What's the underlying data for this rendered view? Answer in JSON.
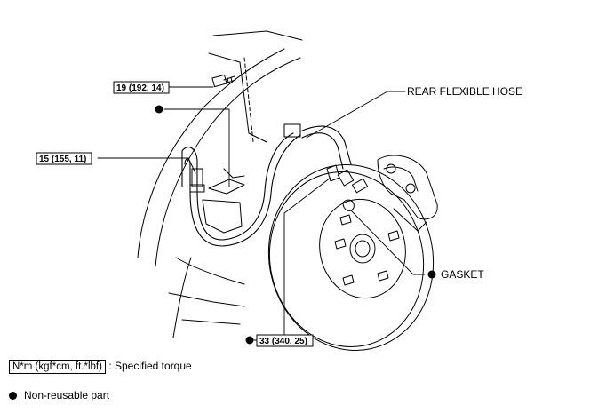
{
  "callouts": {
    "torque_19": "19 (192, 14)",
    "torque_15": "15 (155, 11)",
    "torque_33": "33 (340, 25)"
  },
  "labels": {
    "rear_flexible_hose": "REAR FLEXIBLE HOSE",
    "gasket": "GASKET"
  },
  "legend": {
    "torque_box": "N*m (kgf*cm, ft.*lbf)",
    "torque_text": ": Specified torque",
    "nonreusable_text": "Non-reusable part"
  }
}
